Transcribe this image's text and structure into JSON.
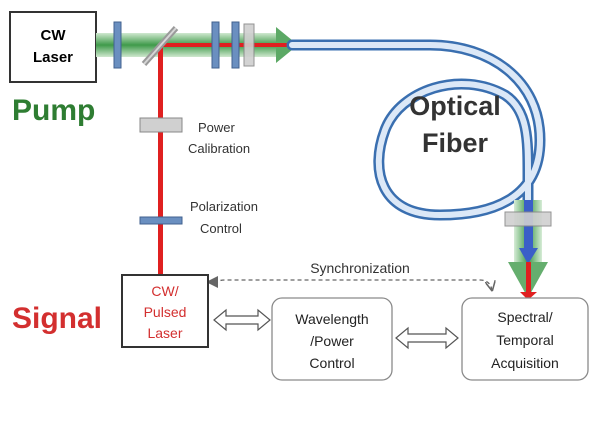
{
  "labels": {
    "cw_laser": [
      "CW",
      "Laser"
    ],
    "pump": "Pump",
    "power_calibration": [
      "Power",
      "Calibration"
    ],
    "polarization_control": [
      "Polarization",
      "Control"
    ],
    "optical_fiber": [
      "Optical",
      "Fiber"
    ],
    "synchronization": "Synchronization",
    "signal": "Signal",
    "pulsed_laser": [
      "CW/",
      "Pulsed",
      "Laser"
    ],
    "wavelength_power_control": [
      "Wavelength",
      "/Power",
      "Control"
    ],
    "spectral_temporal_acquisition": [
      "Spectral/",
      "Temporal",
      "Acquisition"
    ]
  },
  "colors": {
    "pump_green": "#2e8b3d",
    "signal_red": "#e02020",
    "pump_label": "#2e7d32",
    "signal_label": "#d32f2f",
    "fiber_blue": "#3a6fb0",
    "optic_blue": "#6a8fc0",
    "box_border": "#8a8a8a"
  }
}
